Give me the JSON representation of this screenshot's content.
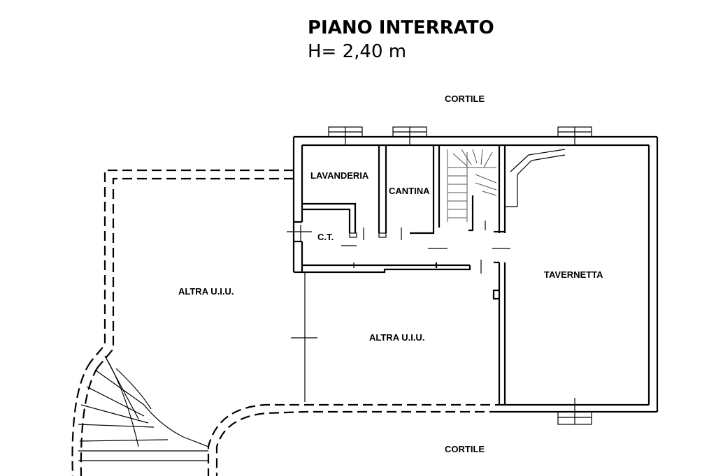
{
  "title": {
    "line1": "PIANO INTERRATO",
    "line2": "H= 2,40 m"
  },
  "labels": {
    "cortile_top": "CORTILE",
    "cortile_bottom": "CORTILE",
    "lavanderia": "LAVANDERIA",
    "cantina": "CANTINA",
    "ct": "C.T.",
    "tavernetta": "TAVERNETTA",
    "altra_uiu_left": "ALTRA U.I.U.",
    "altra_uiu_center": "ALTRA U.I.U."
  }
}
